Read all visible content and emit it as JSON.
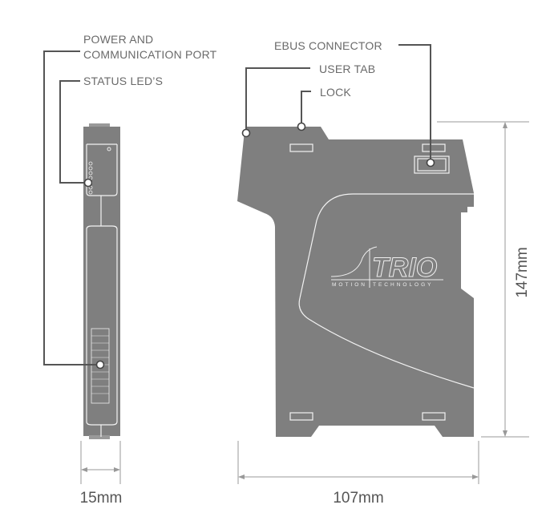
{
  "labels": {
    "power_port_line1": "POWER AND",
    "power_port_line2": "COMMUNICATION PORT",
    "status_leds": "STATUS LED’S",
    "ebus_connector": "EBUS CONNECTOR",
    "user_tab": "USER TAB",
    "lock": "LOCK"
  },
  "dimensions": {
    "width_side": "15mm",
    "width_front": "107mm",
    "height": "147mm"
  },
  "logo": {
    "brand": "TRIO",
    "sub_left": "MOTION",
    "sub_right": "TECHNOLOGY"
  },
  "colors": {
    "body": "#7f7f7f",
    "text": "#6a6a6a"
  }
}
